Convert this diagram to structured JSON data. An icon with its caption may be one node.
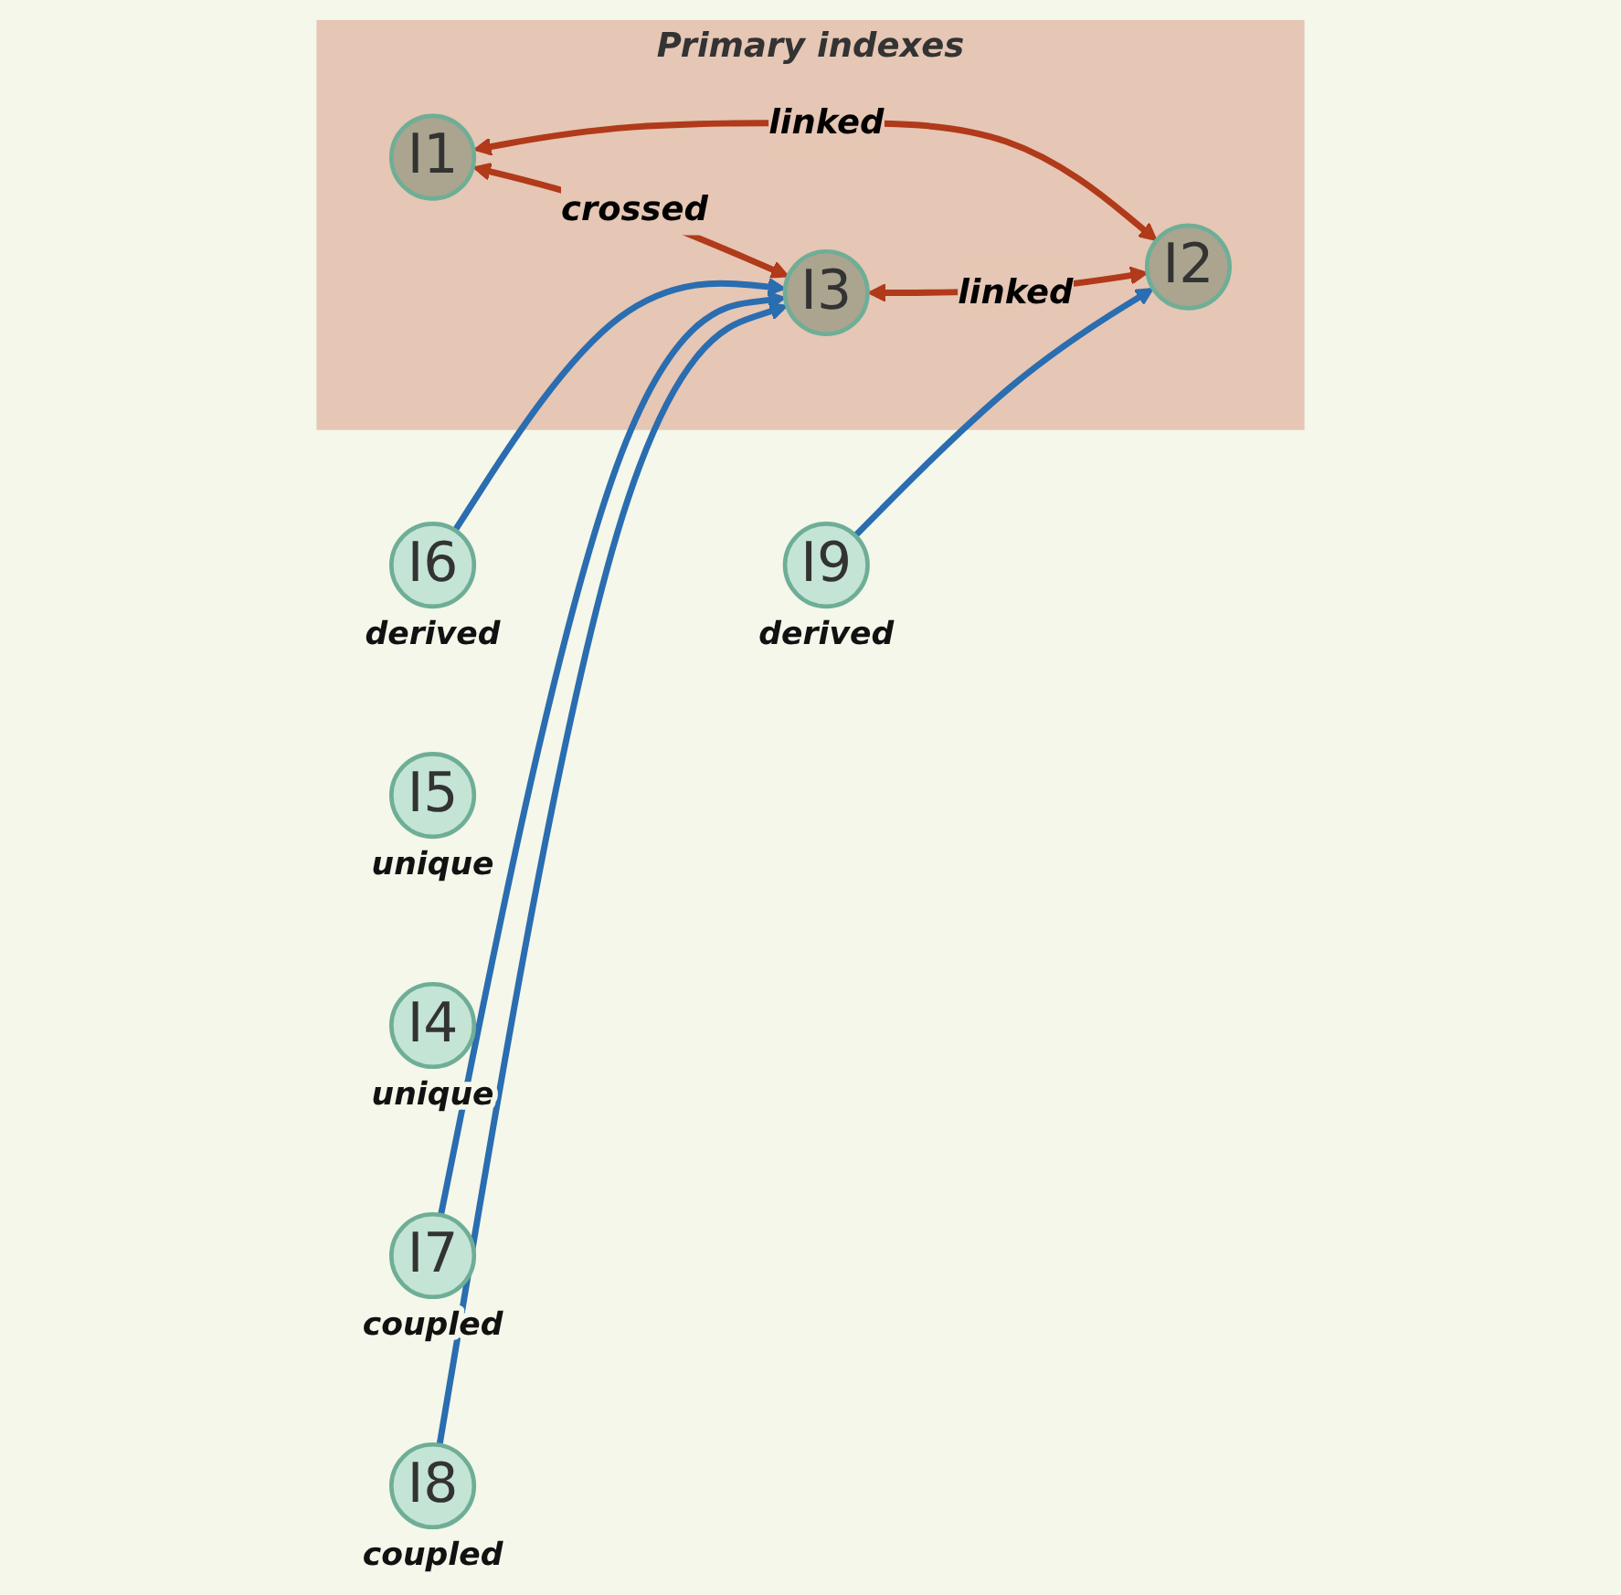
{
  "diagram": {
    "nodes": [
      {
        "text": [
          "I5"
        ],
        "beside": [
          "unique"
        ]
      },
      {
        "text": [
          "Primary indexes"
        ]
      },
      {
        "text": [
          "I1"
        ],
        "in": 1
      },
      {
        "text": [
          "I4"
        ],
        "beside": [
          "unique"
        ]
      },
      {
        "text": [
          "I6"
        ],
        "beside": [
          "derived"
        ]
      },
      {
        "text": [
          "I3"
        ],
        "in": 1
      },
      {
        "text": [
          "I2"
        ],
        "in": 1
      },
      {
        "text": [
          "I7"
        ],
        "beside": [
          "coupled"
        ]
      },
      {
        "text": [
          "I9"
        ],
        "beside": [
          "derived"
        ]
      },
      {
        "text": [
          "I8"
        ],
        "beside": [
          "coupled"
        ]
      }
    ],
    "edges": [
      {
        "from": 2,
        "to": 5,
        "arrow": "both",
        "label": "crossed",
        "color": "#b03a1a"
      },
      {
        "from": 2,
        "to": 6,
        "arrow": "both",
        "label": "linked",
        "color": "#b03a1a"
      },
      {
        "from": 5,
        "to": 6,
        "arrow": "both",
        "label": "linked",
        "color": "#b03a1a"
      },
      {
        "from": 4,
        "to": 5,
        "arrow": "to"
      },
      {
        "from": 7,
        "to": 5,
        "arrow": "to"
      },
      {
        "from": 9,
        "to": 5,
        "arrow": "to"
      },
      {
        "from": 8,
        "to": 6,
        "arrow": "to"
      }
    ]
  }
}
